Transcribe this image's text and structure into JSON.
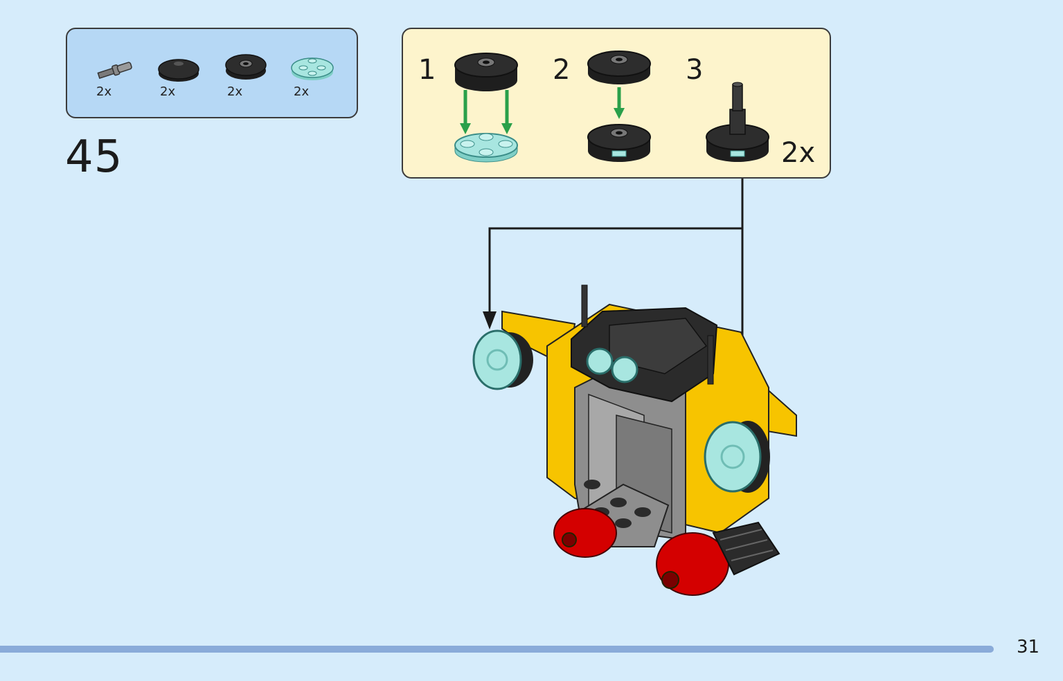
{
  "parts_list": {
    "items": [
      {
        "icon": "axle-pin-icon",
        "qty": "2x"
      },
      {
        "icon": "black-round-tile-icon",
        "qty": "2x"
      },
      {
        "icon": "black-round-tile-hole-icon",
        "qty": "2x"
      },
      {
        "icon": "trans-light-blue-round-plate-icon",
        "qty": "2x"
      }
    ]
  },
  "step": {
    "number": "45"
  },
  "sub_assembly": {
    "steps": [
      "1",
      "2",
      "3"
    ],
    "multiplier": "2x"
  },
  "colors": {
    "page_background": "#d6ecfb",
    "parts_box": "#b6d8f5",
    "sub_assembly_box": "#fdf4cc",
    "arrow_green": "#2aa04a",
    "footer_bar": "#8aabd9",
    "brick_yellow": "#f7c400",
    "brick_black": "#262626",
    "brick_gray": "#9c9c9c",
    "brick_red": "#d40000",
    "trans_light_blue": "#a8e6e0"
  },
  "page": {
    "number": "31"
  }
}
